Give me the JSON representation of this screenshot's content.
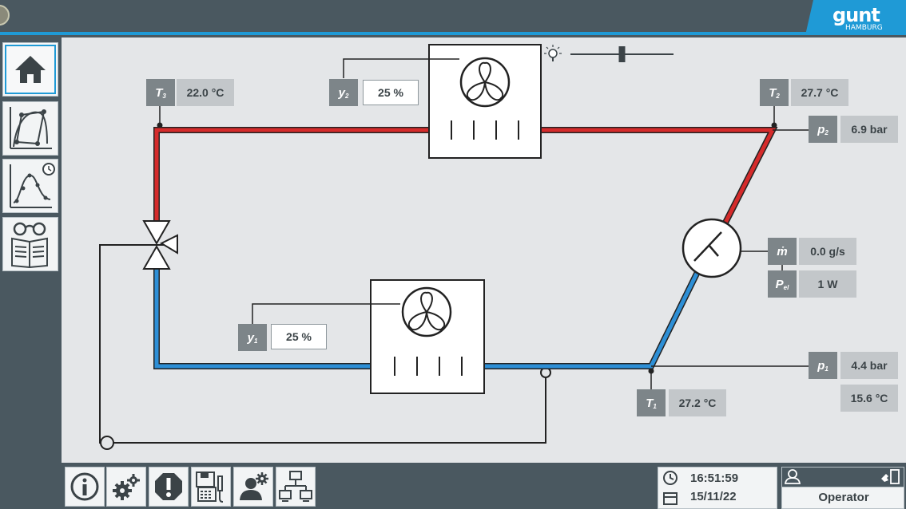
{
  "brand": {
    "name": "gunt",
    "sub": "HAMBURG"
  },
  "sidebar": {
    "items": [
      {
        "icon": "home-icon"
      },
      {
        "icon": "ph-diagram-icon"
      },
      {
        "icon": "time-chart-icon"
      },
      {
        "icon": "documentation-icon"
      }
    ]
  },
  "lamp_slider": {
    "icon": "lamp-icon",
    "level": 0.5
  },
  "sensors": {
    "t3": {
      "label": "T",
      "sub": "3",
      "value": "22.0 °C"
    },
    "t2": {
      "label": "T",
      "sub": "2",
      "value": "27.7 °C"
    },
    "t1": {
      "label": "T",
      "sub": "1",
      "value": "27.2 °C"
    },
    "p2": {
      "label": "p",
      "sub": "2",
      "value": "6.9 bar"
    },
    "p1": {
      "label": "p",
      "sub": "1",
      "value": "4.4 bar",
      "value2": "15.6 °C"
    },
    "m": {
      "label": "ṁ",
      "value": "0.0 g/s"
    },
    "pel": {
      "label": "P",
      "sub": "el",
      "value": "1 W"
    },
    "y2": {
      "label": "y",
      "sub": "2",
      "value": "25 %"
    },
    "y1": {
      "label": "y",
      "sub": "1",
      "value": "25 %"
    }
  },
  "bottom": {
    "buttons": [
      {
        "icon": "info-icon"
      },
      {
        "icon": "settings-gears-icon"
      },
      {
        "icon": "alarm-icon"
      },
      {
        "icon": "data-logger-icon"
      },
      {
        "icon": "user-settings-icon"
      },
      {
        "icon": "network-icon"
      }
    ],
    "time": "16:51:59",
    "date": "15/11/22",
    "user": "Operator"
  },
  "colors": {
    "accent": "#1f9ad6",
    "hot_line": "#d52b2b",
    "cold_line": "#2d8fd6"
  }
}
